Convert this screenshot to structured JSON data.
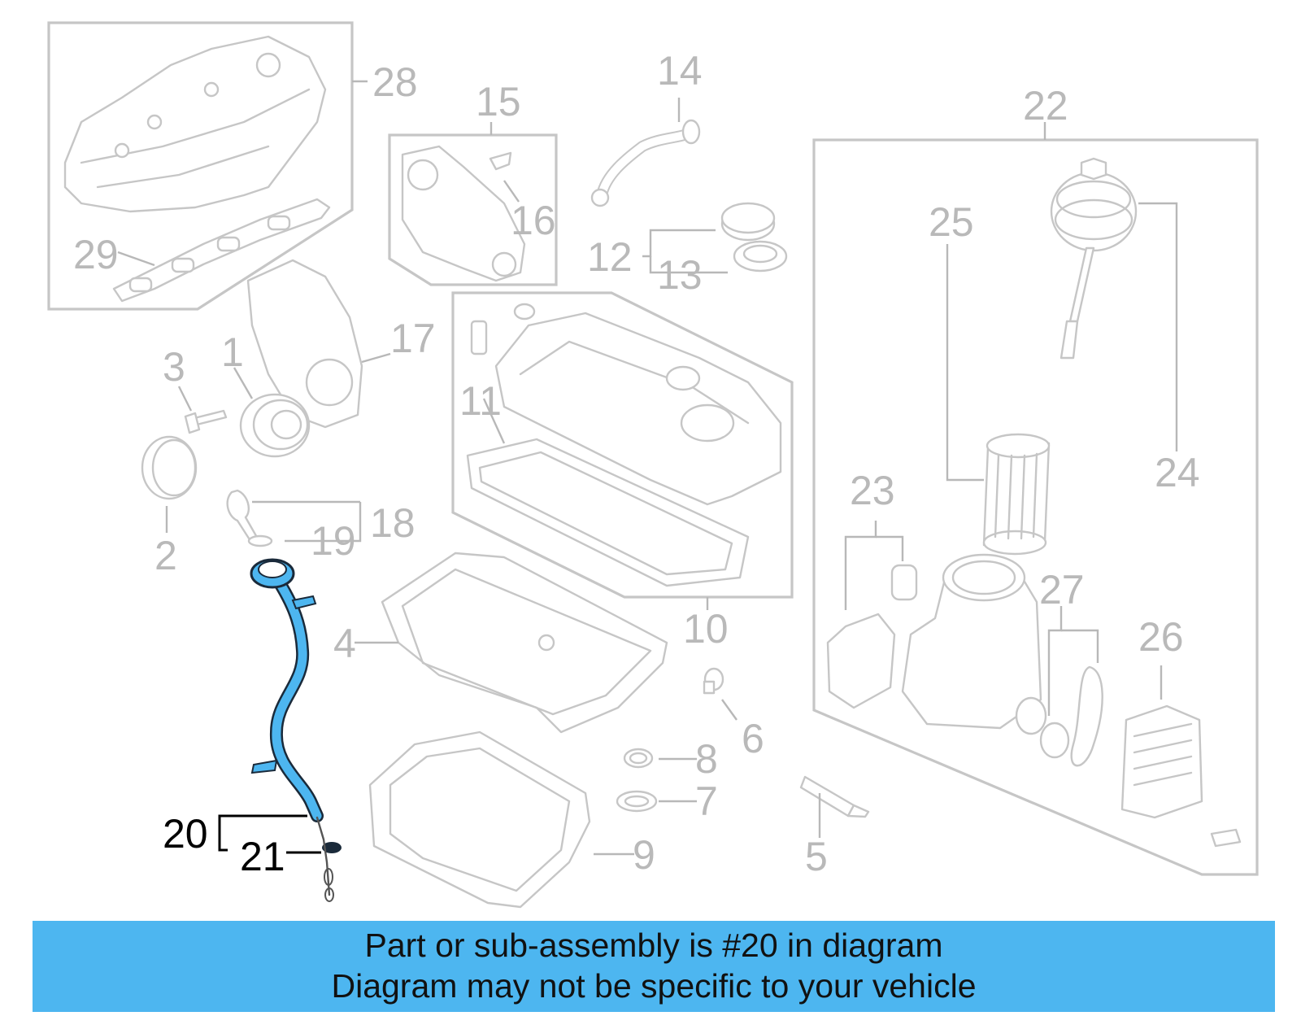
{
  "diagram": {
    "callouts": [
      {
        "id": "1",
        "label": "1"
      },
      {
        "id": "2",
        "label": "2"
      },
      {
        "id": "3",
        "label": "3"
      },
      {
        "id": "4",
        "label": "4"
      },
      {
        "id": "5",
        "label": "5"
      },
      {
        "id": "6",
        "label": "6"
      },
      {
        "id": "7",
        "label": "7"
      },
      {
        "id": "8",
        "label": "8"
      },
      {
        "id": "9",
        "label": "9"
      },
      {
        "id": "10",
        "label": "10"
      },
      {
        "id": "11",
        "label": "11"
      },
      {
        "id": "12",
        "label": "12"
      },
      {
        "id": "13",
        "label": "13"
      },
      {
        "id": "14",
        "label": "14"
      },
      {
        "id": "15",
        "label": "15"
      },
      {
        "id": "16",
        "label": "16"
      },
      {
        "id": "17",
        "label": "17"
      },
      {
        "id": "18",
        "label": "18"
      },
      {
        "id": "19",
        "label": "19"
      },
      {
        "id": "20",
        "label": "20"
      },
      {
        "id": "21",
        "label": "21"
      },
      {
        "id": "22",
        "label": "22"
      },
      {
        "id": "23",
        "label": "23"
      },
      {
        "id": "24",
        "label": "24"
      },
      {
        "id": "25",
        "label": "25"
      },
      {
        "id": "26",
        "label": "26"
      },
      {
        "id": "27",
        "label": "27"
      },
      {
        "id": "28",
        "label": "28"
      },
      {
        "id": "29",
        "label": "29"
      }
    ],
    "highlighted_part": "20",
    "colors": {
      "highlight": "#4db6f0",
      "highlight_stroke": "#1a2a3a",
      "part_gray": "#c6c6c6",
      "label_gray": "#b9b9b9",
      "banner": "#4db6f0"
    }
  },
  "banner": {
    "line1": "Part or sub-assembly is #20 in diagram",
    "line2": "Diagram may not be specific to your vehicle"
  }
}
